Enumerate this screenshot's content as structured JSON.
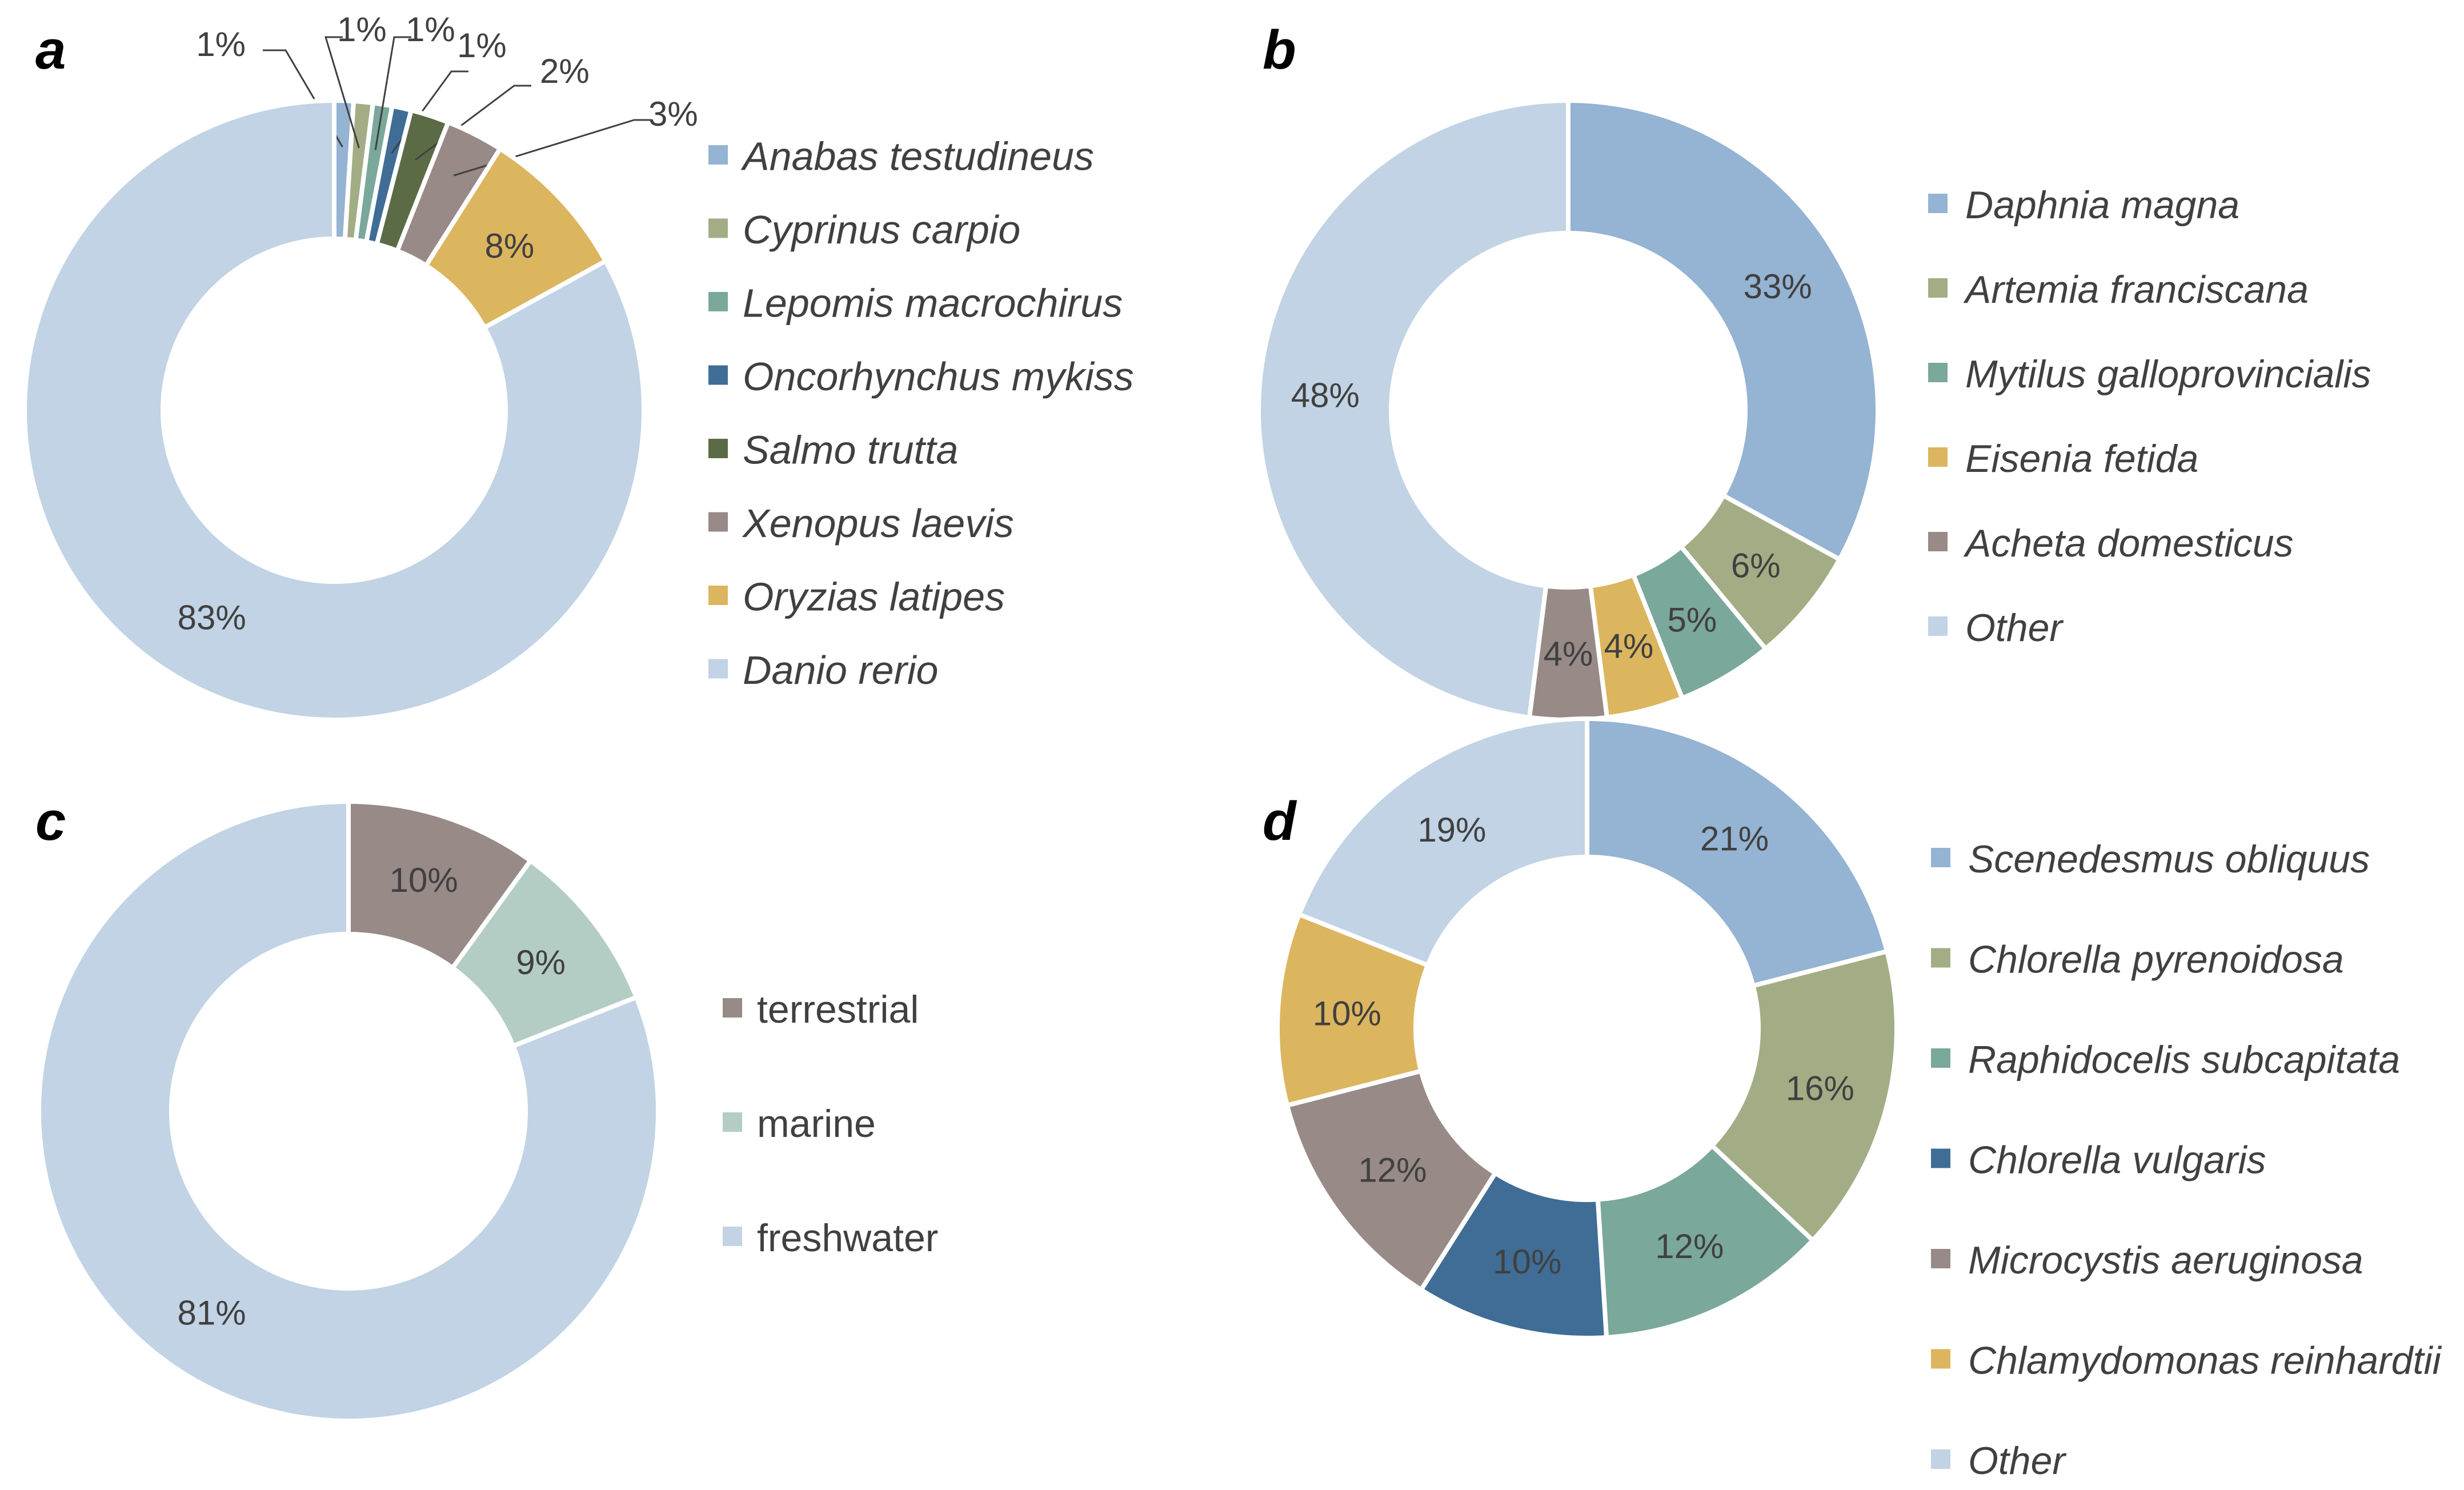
{
  "chart_data": [
    {
      "type": "pie",
      "panel_label": "a",
      "donut": true,
      "legend_position": "right",
      "legend_italic": true,
      "labels_outside": true,
      "slices": [
        {
          "name": "Anabas testudineus",
          "value": 1,
          "label": "1%",
          "color": "#95b3d2"
        },
        {
          "name": "Cyprinus carpio",
          "value": 1,
          "label": "1%",
          "color": "#a3ad85"
        },
        {
          "name": "Lepomis macrochirus",
          "value": 1,
          "label": "1%",
          "color": "#7aa89a"
        },
        {
          "name": "Oncorhynchus mykiss",
          "value": 1,
          "label": "1%",
          "color": "#3f6d96"
        },
        {
          "name": "Salmo trutta",
          "value": 2,
          "label": "2%",
          "color": "#5b6b46"
        },
        {
          "name": "Xenopus laevis",
          "value": 3,
          "label": "3%",
          "color": "#978a87"
        },
        {
          "name": "Oryzias latipes",
          "value": 8,
          "label": "8%",
          "color": "#dcb55f"
        },
        {
          "name": "Danio rerio",
          "value": 83,
          "label": "83%",
          "color": "#c1d3e4"
        }
      ]
    },
    {
      "type": "pie",
      "panel_label": "b",
      "donut": true,
      "legend_position": "right",
      "legend_italic": true,
      "labels_outside": false,
      "slices": [
        {
          "name": "Daphnia magna",
          "value": 33,
          "label": "33%",
          "color": "#95b3d2"
        },
        {
          "name": "Artemia franciscana",
          "value": 6,
          "label": "6%",
          "color": "#a3ad85"
        },
        {
          "name": "Mytilus galloprovincialis",
          "value": 5,
          "label": "5%",
          "color": "#7aa89a"
        },
        {
          "name": "Eisenia fetida",
          "value": 4,
          "label": "4%",
          "color": "#dcb55f"
        },
        {
          "name": "Acheta domesticus",
          "value": 4,
          "label": "4%",
          "color": "#978a87"
        },
        {
          "name": "Other",
          "value": 48,
          "label": "48%",
          "color": "#c1d3e4"
        }
      ]
    },
    {
      "type": "pie",
      "panel_label": "c",
      "donut": true,
      "legend_position": "right",
      "legend_italic": false,
      "labels_outside": false,
      "slices": [
        {
          "name": "terrestrial",
          "value": 10,
          "label": "10%",
          "color": "#978a87"
        },
        {
          "name": "marine",
          "value": 9,
          "label": "9%",
          "color": "#b3cdc4"
        },
        {
          "name": "freshwater",
          "value": 81,
          "label": "81%",
          "color": "#c1d3e4"
        }
      ]
    },
    {
      "type": "pie",
      "panel_label": "d",
      "donut": true,
      "legend_position": "right",
      "legend_italic": true,
      "labels_outside": false,
      "slices": [
        {
          "name": "Scenedesmus obliquus",
          "value": 21,
          "label": "21%",
          "color": "#95b3d2"
        },
        {
          "name": "Chlorella pyrenoidosa",
          "value": 16,
          "label": "16%",
          "color": "#a3ad85"
        },
        {
          "name": "Raphidocelis subcapitata",
          "value": 12,
          "label": "12%",
          "color": "#7aa89a"
        },
        {
          "name": "Chlorella vulgaris",
          "value": 10,
          "label": "10%",
          "color": "#3f6d96"
        },
        {
          "name": "Microcystis aeruginosa",
          "value": 12,
          "label": "12%",
          "color": "#978a87"
        },
        {
          "name": "Chlamydomonas reinhardtii",
          "value": 10,
          "label": "10%",
          "color": "#dcb55f"
        },
        {
          "name": "Other",
          "value": 19,
          "label": "19%",
          "color": "#c1d3e4"
        }
      ]
    }
  ]
}
